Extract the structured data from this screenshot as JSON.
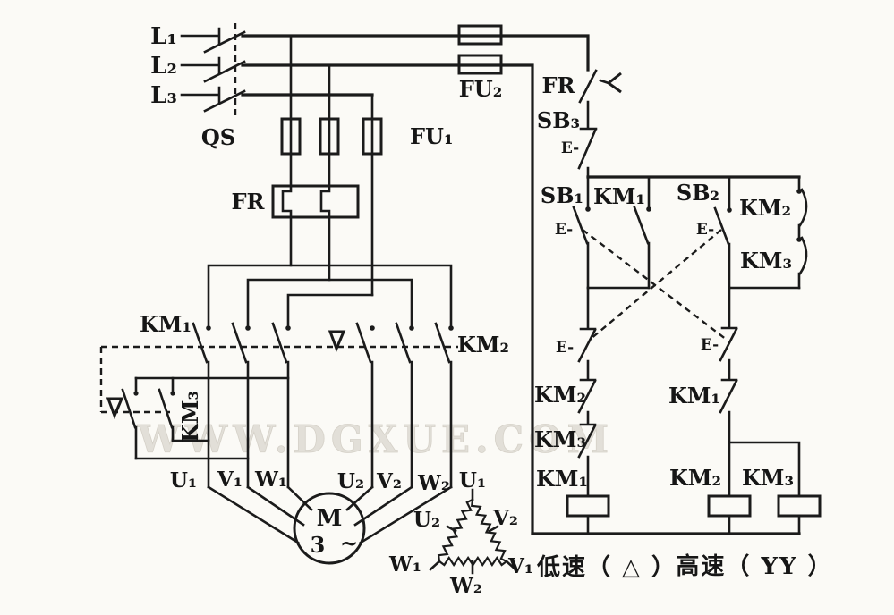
{
  "colors": {
    "ink": "#1b1b1b",
    "paper": "#fbfaf6",
    "watermark": "#e2dfd8"
  },
  "power": {
    "phases": [
      "L₁",
      "L₂",
      "L₃"
    ],
    "switch": "QS",
    "fuse_main": "FU₁",
    "fuse_control": "FU₂",
    "thermal_relay": "FR"
  },
  "main_circuit": {
    "contactor_low": "KM₁",
    "contactor_high": "KM₂",
    "contactor_star": "KM₃",
    "terminals": [
      "U₁",
      "V₁",
      "W₁",
      "U₂",
      "V₂",
      "W₂"
    ],
    "motor": {
      "letter": "M",
      "phases": "3",
      "wave": "~"
    }
  },
  "winding_diagram": {
    "top": "U₁",
    "left_side": "U₂",
    "right_side": "V₂",
    "bottom_left": "W₁",
    "bottom_right": "V₁",
    "bottom_middle": "W₂"
  },
  "control_circuit": {
    "thermal_contact": "FR",
    "stop_button": "SB₃",
    "low_button": "SB₁",
    "high_button": "SB₂",
    "actuator": "E-",
    "km1": "KM₁",
    "km2": "KM₂",
    "km3": "KM₃"
  },
  "captions": {
    "low_speed": "低速（ △ ）",
    "high_speed": "高速（ YY ）"
  },
  "watermark": "WWW.DGXUE.COM"
}
